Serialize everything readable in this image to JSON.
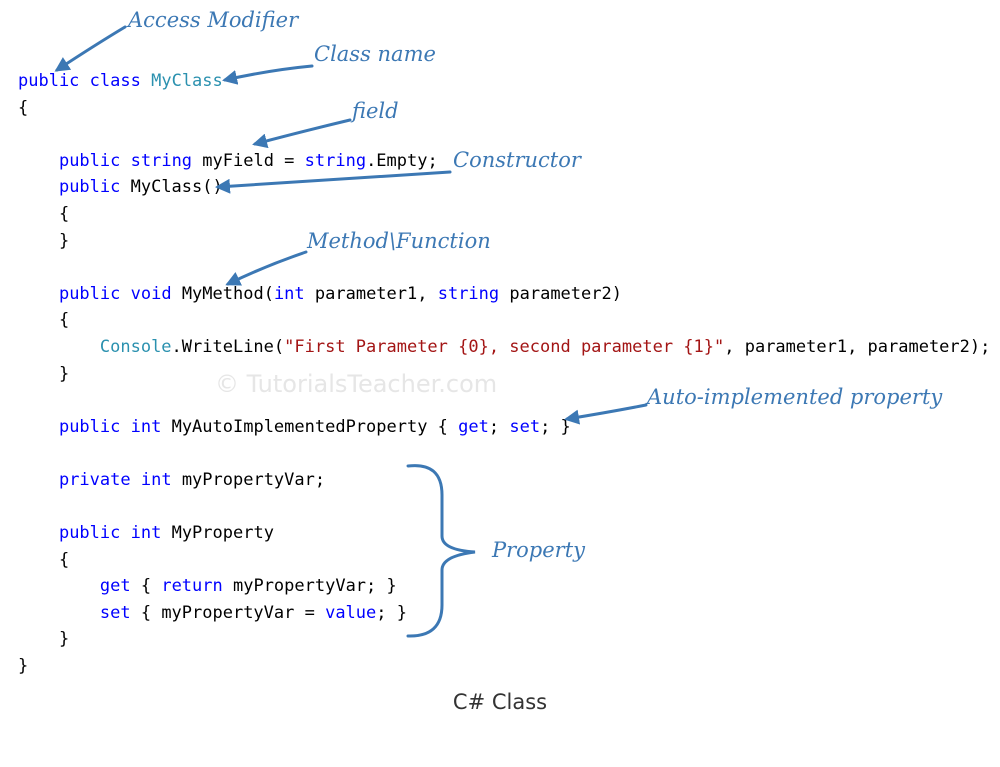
{
  "code_lines": [
    [
      {
        "t": "public",
        "c": "kw"
      },
      {
        "t": " ",
        "c": "plain"
      },
      {
        "t": "class",
        "c": "kw"
      },
      {
        "t": " ",
        "c": "plain"
      },
      {
        "t": "MyClass",
        "c": "type"
      }
    ],
    [
      {
        "t": "{",
        "c": "plain"
      }
    ],
    [],
    [
      {
        "t": "    ",
        "c": "plain"
      },
      {
        "t": "public",
        "c": "kw"
      },
      {
        "t": " ",
        "c": "plain"
      },
      {
        "t": "string",
        "c": "kw"
      },
      {
        "t": " myField = ",
        "c": "plain"
      },
      {
        "t": "string",
        "c": "kw"
      },
      {
        "t": ".Empty;",
        "c": "plain"
      }
    ],
    [
      {
        "t": "    ",
        "c": "plain"
      },
      {
        "t": "public",
        "c": "kw"
      },
      {
        "t": " MyClass()",
        "c": "plain"
      }
    ],
    [
      {
        "t": "    {",
        "c": "plain"
      }
    ],
    [
      {
        "t": "    }",
        "c": "plain"
      }
    ],
    [],
    [
      {
        "t": "    ",
        "c": "plain"
      },
      {
        "t": "public",
        "c": "kw"
      },
      {
        "t": " ",
        "c": "plain"
      },
      {
        "t": "void",
        "c": "kw"
      },
      {
        "t": " MyMethod(",
        "c": "plain"
      },
      {
        "t": "int",
        "c": "kw"
      },
      {
        "t": " parameter1, ",
        "c": "plain"
      },
      {
        "t": "string",
        "c": "kw"
      },
      {
        "t": " parameter2)",
        "c": "plain"
      }
    ],
    [
      {
        "t": "    {",
        "c": "plain"
      }
    ],
    [
      {
        "t": "        ",
        "c": "plain"
      },
      {
        "t": "Console",
        "c": "type"
      },
      {
        "t": ".WriteLine(",
        "c": "plain"
      },
      {
        "t": "\"First Parameter {0}, second parameter {1}\"",
        "c": "str"
      },
      {
        "t": ", parameter1, parameter2);",
        "c": "plain"
      }
    ],
    [
      {
        "t": "    }",
        "c": "plain"
      }
    ],
    [],
    [
      {
        "t": "    ",
        "c": "plain"
      },
      {
        "t": "public",
        "c": "kw"
      },
      {
        "t": " ",
        "c": "plain"
      },
      {
        "t": "int",
        "c": "kw"
      },
      {
        "t": " MyAutoImplementedProperty { ",
        "c": "plain"
      },
      {
        "t": "get",
        "c": "kw"
      },
      {
        "t": "; ",
        "c": "plain"
      },
      {
        "t": "set",
        "c": "kw"
      },
      {
        "t": "; }",
        "c": "plain"
      }
    ],
    [],
    [
      {
        "t": "    ",
        "c": "plain"
      },
      {
        "t": "private",
        "c": "kw"
      },
      {
        "t": " ",
        "c": "plain"
      },
      {
        "t": "int",
        "c": "kw"
      },
      {
        "t": " myPropertyVar;",
        "c": "plain"
      }
    ],
    [],
    [
      {
        "t": "    ",
        "c": "plain"
      },
      {
        "t": "public",
        "c": "kw"
      },
      {
        "t": " ",
        "c": "plain"
      },
      {
        "t": "int",
        "c": "kw"
      },
      {
        "t": " MyProperty",
        "c": "plain"
      }
    ],
    [
      {
        "t": "    {",
        "c": "plain"
      }
    ],
    [
      {
        "t": "        ",
        "c": "plain"
      },
      {
        "t": "get",
        "c": "kw"
      },
      {
        "t": " { ",
        "c": "plain"
      },
      {
        "t": "return",
        "c": "kw"
      },
      {
        "t": " myPropertyVar; }",
        "c": "plain"
      }
    ],
    [
      {
        "t": "        ",
        "c": "plain"
      },
      {
        "t": "set",
        "c": "kw"
      },
      {
        "t": " { myPropertyVar = ",
        "c": "plain"
      },
      {
        "t": "value",
        "c": "kw"
      },
      {
        "t": "; }",
        "c": "plain"
      }
    ],
    [
      {
        "t": "    }",
        "c": "plain"
      }
    ],
    [
      {
        "t": "}",
        "c": "plain"
      }
    ]
  ],
  "annotations": {
    "access_modifier": "Access Modifier",
    "class_name": "Class name",
    "field": "field",
    "constructor": "Constructor",
    "method_function": "Method\\Function",
    "auto_property": "Auto-implemented property",
    "property": "Property"
  },
  "watermark": "© TutorialsTeacher.com",
  "caption": "C# Class",
  "colors": {
    "keyword": "#0000ff",
    "type": "#2b91af",
    "string": "#a31515",
    "annotation": "#3c78b4"
  }
}
